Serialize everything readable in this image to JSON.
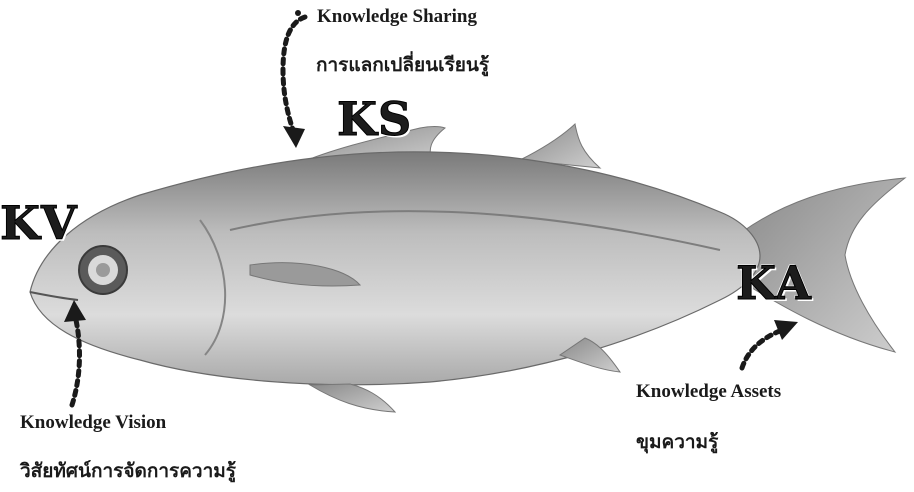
{
  "labels": {
    "ks_en": "Knowledge Sharing",
    "ks_th": "การแลกเปลี่ยนเรียนรู้",
    "kv_en": "Knowledge Vision",
    "kv_th": "วิสัยทัศน์การจัดการความรู้",
    "ka_en": "Knowledge Assets",
    "ka_th": "ขุมความรู้"
  },
  "codes": {
    "ks": "KS",
    "kv": "KV",
    "ka": "KA"
  },
  "colors": {
    "fish_body": "#b9b9b9",
    "fish_dark": "#6f6f6f",
    "fish_light": "#e6e6e6",
    "arrow": "#1a1a1a",
    "text": "#1a1a1a"
  },
  "image": {
    "subject": "fish-illustration"
  }
}
